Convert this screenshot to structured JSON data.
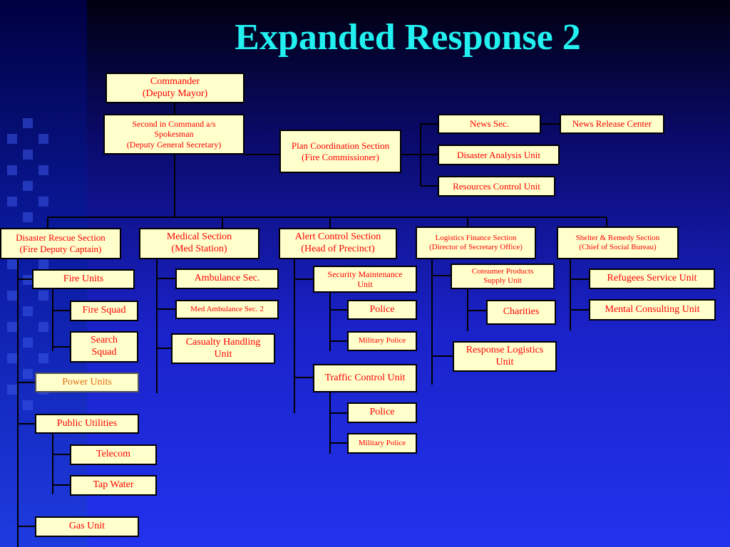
{
  "title": "Expanded Response 2",
  "nodes": {
    "commander": "Commander\n(Deputy Mayor)",
    "second": "Second in Command a/s\nSpokesman\n(Deputy General Secretary)",
    "plan": "Plan Coordination Section\n(Fire Commissioner)",
    "news": "News Sec.",
    "news_release": "News Release Center",
    "disaster_analysis": "Disaster Analysis Unit",
    "resources_control": "Resources Control Unit",
    "disaster_rescue": "Disaster Rescue Section\n(Fire Deputy Captain)",
    "medical": "Medical Section\n(Med Station)",
    "alert": "Alert Control Section\n(Head of Precinct)",
    "logistics": "Logistics Finance Section\n(Director of Secretary Office)",
    "shelter": "Shelter & Remedy Section\n(Chief of Social Bureau)",
    "fire_units": "Fire Units",
    "fire_squad": "Fire Squad",
    "search_squad": "Search\nSquad",
    "power_units": "Power Units",
    "public_utilities": "Public Utilities",
    "telecom": "Telecom",
    "tap_water": "Tap Water",
    "gas_unit": "Gas Unit",
    "ambulance": "Ambulance Sec.",
    "med_ambulance2": "Med Ambulance Sec. 2",
    "casualty": "Casualty Handling\nUnit",
    "security_maint": "Security Maintenance\nUnit",
    "police1": "Police",
    "military1": "Military Police",
    "traffic": "Traffic Control Unit",
    "police2": "Police",
    "military2": "Military Police",
    "consumer": "Consumer Products\nSupply Unit",
    "charities": "Charities",
    "response_logistics": "Response Logistics\nUnit",
    "refugees": "Refugees Service Unit",
    "mental": "Mental Consulting Unit"
  }
}
